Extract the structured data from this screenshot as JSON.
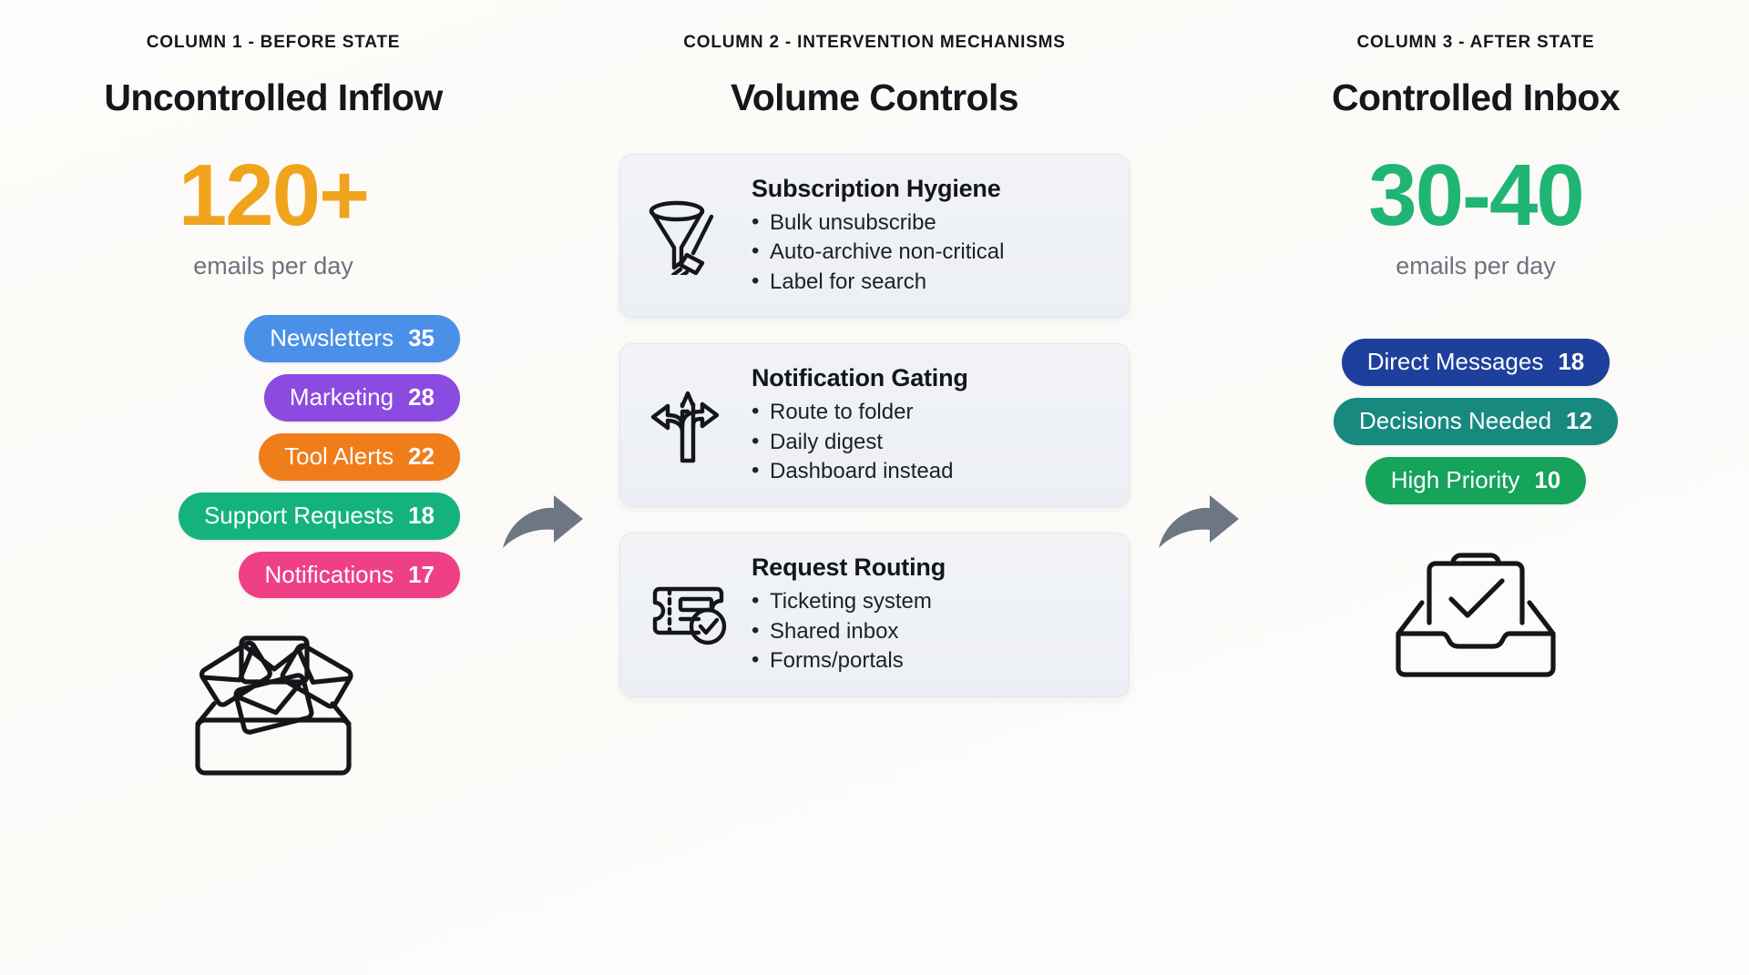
{
  "diagram": {
    "background": "#fdfcfa",
    "columns": [
      {
        "eyebrow": "COLUMN 1 - BEFORE STATE",
        "title": "Uncontrolled Inflow",
        "big_number": "120+",
        "big_number_color": "#f0a41d",
        "sublabel": "emails per day",
        "pills": [
          {
            "label": "Newsletters",
            "value": "35",
            "color": "#4a90e8"
          },
          {
            "label": "Marketing",
            "value": "28",
            "color": "#8b4ae0"
          },
          {
            "label": "Tool Alerts",
            "value": "22",
            "color": "#ef7d1a"
          },
          {
            "label": "Support Requests",
            "value": "18",
            "color": "#14b37d"
          },
          {
            "label": "Notifications",
            "value": "17",
            "color": "#ef3f87"
          }
        ],
        "bottom_icon": "overflowing-inbox-icon"
      },
      {
        "eyebrow": "COLUMN 2 - INTERVENTION MECHANISMS",
        "title": "Volume Controls",
        "cards": [
          {
            "icon": "funnel-broom-icon",
            "title": "Subscription Hygiene",
            "bullets": [
              "Bulk unsubscribe",
              "Auto-archive non-critical",
              "Label for search"
            ]
          },
          {
            "icon": "three-way-arrow-icon",
            "title": "Notification Gating",
            "bullets": [
              "Route to folder",
              "Daily digest",
              "Dashboard instead"
            ]
          },
          {
            "icon": "ticket-check-icon",
            "title": "Request Routing",
            "bullets": [
              "Ticketing system",
              "Shared inbox",
              "Forms/portals"
            ]
          }
        ]
      },
      {
        "eyebrow": "COLUMN 3 - AFTER STATE",
        "title": "Controlled Inbox",
        "big_number": "30-40",
        "big_number_color": "#20b573",
        "sublabel": "emails per day",
        "pills": [
          {
            "label": "Direct Messages",
            "value": "18",
            "color": "#1e3f9c"
          },
          {
            "label": "Decisions Needed",
            "value": "12",
            "color": "#17897f"
          },
          {
            "label": "High Priority",
            "value": "10",
            "color": "#16a35a"
          }
        ],
        "bottom_icon": "inbox-check-icon"
      }
    ],
    "connectors": [
      {
        "name": "arrow-before-to-controls",
        "color": "#6d7682"
      },
      {
        "name": "arrow-controls-to-after",
        "color": "#6d7682"
      }
    ]
  }
}
